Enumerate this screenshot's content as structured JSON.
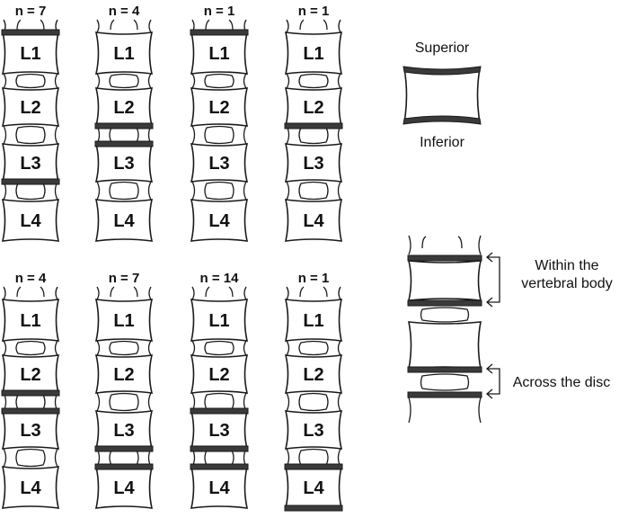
{
  "levels": [
    "L1",
    "L2",
    "L3",
    "L4"
  ],
  "panels": [
    {
      "count": "n = 7",
      "plates": [
        0,
        5
      ]
    },
    {
      "count": "n = 4",
      "plates": [
        3,
        4
      ]
    },
    {
      "count": "n = 1",
      "plates": [
        0
      ]
    },
    {
      "count": "n = 1",
      "plates": [
        3
      ]
    },
    {
      "count": "n = 4",
      "plates": [
        3,
        4
      ]
    },
    {
      "count": "n = 7",
      "plates": [
        5,
        6
      ]
    },
    {
      "count": "n = 14",
      "plates": [
        4,
        5,
        6
      ]
    },
    {
      "count": "n = 1",
      "plates": [
        6,
        7
      ]
    }
  ],
  "legend": {
    "superior": "Superior",
    "inferior": "Inferior",
    "within_line1": "Within the",
    "within_line2": "vertebral body",
    "across": "Across the disc"
  },
  "colors": {
    "stroke": "#1a1a1a",
    "plate": "#3a3a3a",
    "background": "#ffffff"
  }
}
